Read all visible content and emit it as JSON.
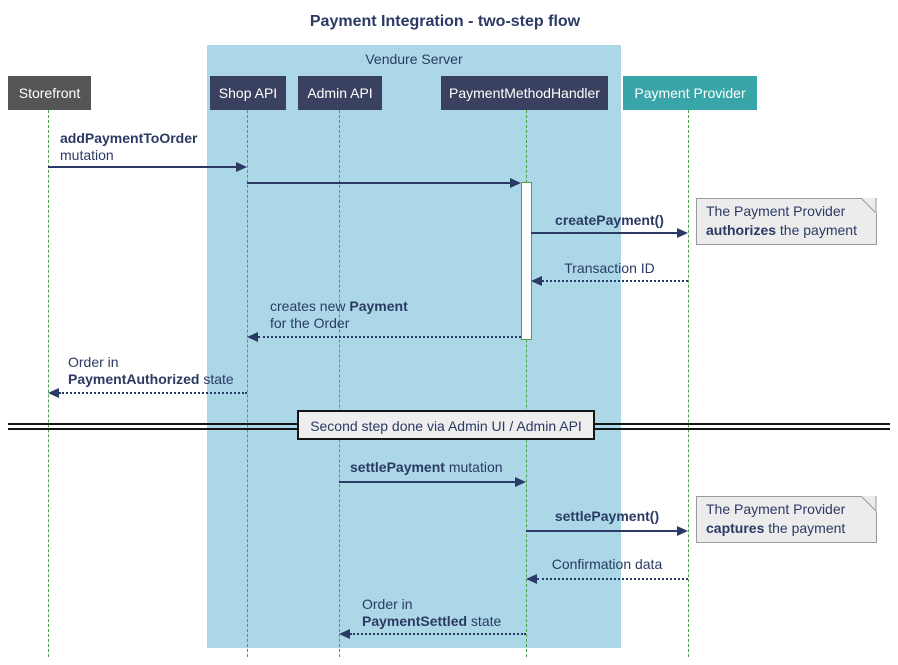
{
  "title": "Payment Integration - two-step flow",
  "frame": {
    "label": "Vendure Server"
  },
  "participants": {
    "storefront": "Storefront",
    "shop_api": "Shop API",
    "admin_api": "Admin API",
    "payment_method_handler": "PaymentMethodHandler",
    "payment_provider": "Payment Provider"
  },
  "messages": {
    "add_payment": {
      "bold": "addPaymentToOrder",
      "line2": "mutation"
    },
    "create_payment": {
      "bold": "createPayment()"
    },
    "transaction_id": {
      "text": "Transaction ID"
    },
    "creates_payment": {
      "pre": "creates new ",
      "bold": "Payment",
      "line2": "for the Order"
    },
    "order_authorized": {
      "line1": "Order in",
      "bold": "PaymentAuthorized",
      "rest": " state"
    },
    "settle_mutation": {
      "bold": "settlePayment",
      "rest": " mutation"
    },
    "settle_payment": {
      "bold": "settlePayment()"
    },
    "confirmation": {
      "text": "Confirmation data"
    },
    "order_settled": {
      "line1": "Order in",
      "bold": "PaymentSettled",
      "rest": " state"
    }
  },
  "divider": {
    "label": "Second step done via Admin UI / Admin API"
  },
  "notes": {
    "authorize": {
      "line1": "The Payment Provider",
      "bold": "authorizes",
      "rest": " the payment"
    },
    "capture": {
      "line1": "The Payment Provider",
      "bold": "captures",
      "rest": " the payment"
    }
  },
  "colors": {
    "navy": "#2b3a64",
    "participant_dark": "#3a4160",
    "storefront_gray": "#555555",
    "provider_teal": "#38a5a8",
    "server_bg": "#abd7e7",
    "lifeline_green": "#4aa34a",
    "note_bg": "#ececec",
    "note_border": "#9a9a9a",
    "divider_border": "#151515"
  }
}
